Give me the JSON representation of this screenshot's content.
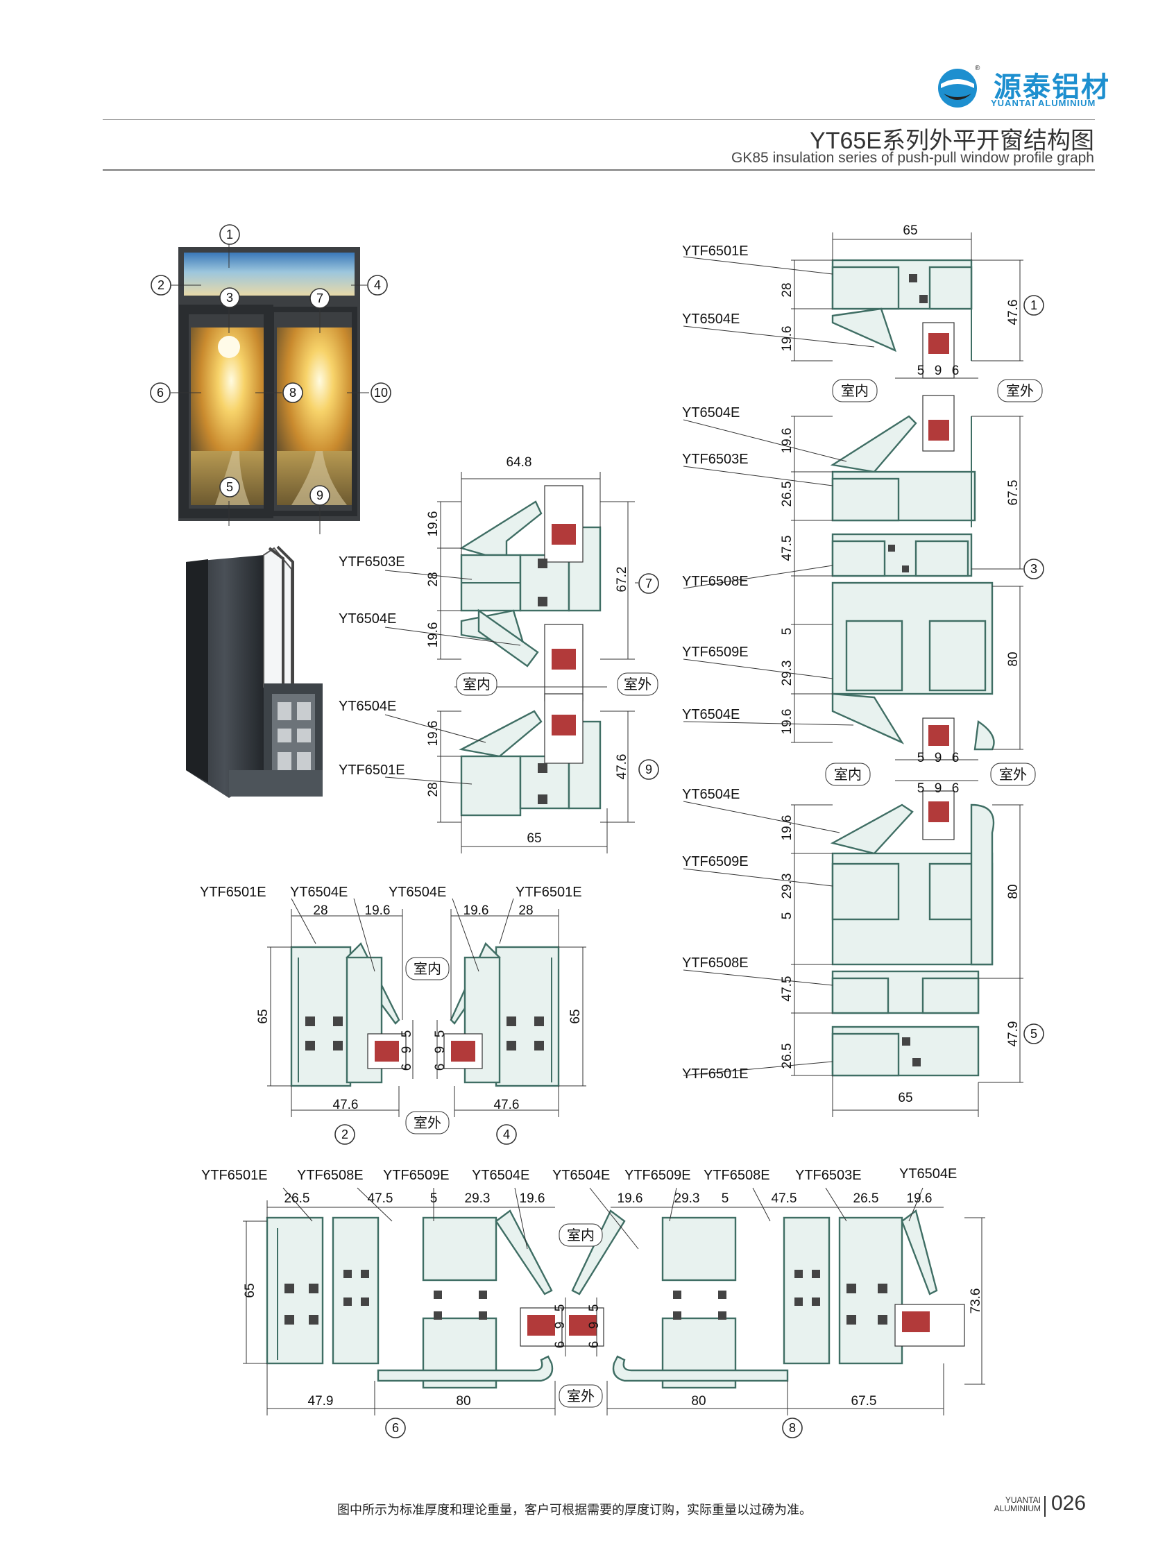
{
  "brand": {
    "name_cn": "源泰铝材",
    "name_en": "YUANTAI ALUMINIUM",
    "registered_mark": "®"
  },
  "header": {
    "title_cn": "YT65E系列外平开窗结构图",
    "title_en": "GK85 insulation series of push-pull window profile graph"
  },
  "window_photo": {
    "callouts": [
      "1",
      "2",
      "3",
      "4",
      "5",
      "6",
      "7",
      "8",
      "9",
      "10"
    ]
  },
  "section_7_9": {
    "labels": [
      "YTF6503E",
      "YT6504E",
      "YT6504E",
      "YTF6501E"
    ],
    "dims": [
      "64.8",
      "19.6",
      "28",
      "19.6",
      "67.2",
      "19.6",
      "28",
      "47.6",
      "65"
    ],
    "callouts": [
      "7",
      "9"
    ],
    "indoor": "室内",
    "outdoor": "室外"
  },
  "section_1_3_5": {
    "labels": [
      "YTF6501E",
      "YT6504E",
      "YT6504E",
      "YTF6503E",
      "YTF6508E",
      "YTF6509E",
      "YT6504E",
      "YT6504E",
      "YTF6509E",
      "YTF6508E",
      "YTF6501E"
    ],
    "dims": [
      "65",
      "28",
      "19.6",
      "47.6",
      "5",
      "9",
      "6",
      "19.6",
      "26.5",
      "67.5",
      "47.5",
      "5",
      "29.3",
      "80",
      "19.6",
      "5",
      "9",
      "6",
      "5",
      "9",
      "6",
      "19.6",
      "29.3",
      "5",
      "80",
      "47.5",
      "26.5",
      "47.9",
      "65"
    ],
    "callouts": [
      "1",
      "3",
      "5"
    ],
    "indoor": "室内",
    "outdoor": "室外"
  },
  "section_2_4": {
    "labels": [
      "YTF6501E",
      "YT6504E",
      "YT6504E",
      "YTF6501E"
    ],
    "dims": [
      "28",
      "19.6",
      "19.6",
      "28",
      "65",
      "65",
      "5",
      "9",
      "6",
      "5",
      "9",
      "6",
      "47.6",
      "47.6"
    ],
    "callouts": [
      "2",
      "4"
    ],
    "indoor": "室内",
    "outdoor": "室外"
  },
  "section_6_8": {
    "labels": [
      "YTF6501E",
      "YTF6508E",
      "YTF6509E",
      "YT6504E",
      "YT6504E",
      "YTF6509E",
      "YTF6508E",
      "YTF6503E",
      "YT6504E"
    ],
    "dims": [
      "26.5",
      "47.5",
      "5",
      "29.3",
      "19.6",
      "19.6",
      "29.3",
      "5",
      "47.5",
      "26.5",
      "19.6",
      "65",
      "5",
      "9",
      "6",
      "5",
      "9",
      "6",
      "73.6",
      "47.9",
      "80",
      "80",
      "67.5"
    ],
    "callouts": [
      "6",
      "8"
    ],
    "indoor": "室内",
    "outdoor": "室外"
  },
  "footer": {
    "note": "图中所示为标准厚度和理论重量，客户可根据需要的厚度订购，实际重量以过磅为准。",
    "brand_line1": "YUANTAI",
    "brand_line2": "ALUMINIUM",
    "page": "026"
  }
}
